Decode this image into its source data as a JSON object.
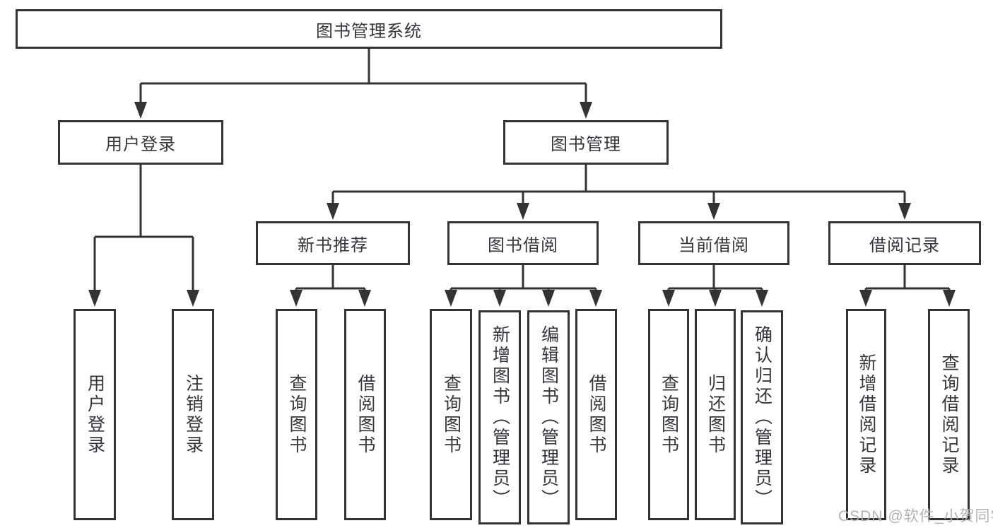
{
  "diagram_type": "functional-structure-tree",
  "colors": {
    "node_border": "#333333",
    "connector": "#333333",
    "node_text": "#33363d",
    "watermark_text": "#b3b3b3",
    "background": "#ffffff"
  },
  "tree": {
    "root": {
      "label": "图书管理系统",
      "children": [
        {
          "label": "用户登录",
          "children": [
            {
              "label": "用户登录"
            },
            {
              "label": "注销登录"
            }
          ]
        },
        {
          "label": "图书管理",
          "children": [
            {
              "label": "新书推荐",
              "children": [
                {
                  "label": "查询图书"
                },
                {
                  "label": "借阅图书"
                }
              ]
            },
            {
              "label": "图书借阅",
              "children": [
                {
                  "label": "查询图书"
                },
                {
                  "label": "新增图书（管理员）"
                },
                {
                  "label": "编辑图书（管理员）"
                },
                {
                  "label": "借阅图书"
                }
              ]
            },
            {
              "label": "当前借阅",
              "children": [
                {
                  "label": "查询图书"
                },
                {
                  "label": "归还图书"
                },
                {
                  "label": "确认归还（管理员）"
                }
              ]
            },
            {
              "label": "借阅记录",
              "children": [
                {
                  "label": "新增借阅记录"
                },
                {
                  "label": "查询借阅记录"
                }
              ]
            }
          ]
        }
      ]
    }
  },
  "watermark": "CSDN @软件_小贺同学"
}
